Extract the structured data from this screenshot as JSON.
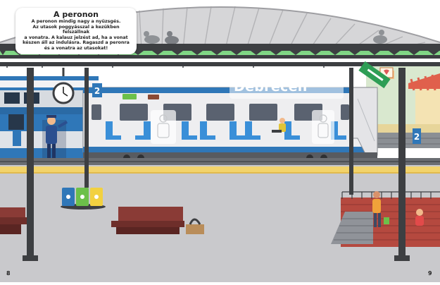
{
  "info": {
    "title": "A peronon",
    "lines": [
      "A peronon mindig nagy a nyüzsgés.",
      "Az utasok poggyásszal a kezükben felszállnak",
      "a vonatra. A kalauz jelzést ad, ha a vonat",
      "készen áll az indulásra. Ragaszd a peronra",
      "és a vonatra az utasokat!"
    ]
  },
  "train": {
    "destination": "Debrecen",
    "car_number": "2"
  },
  "page_numbers": {
    "left": "8",
    "right": "9"
  },
  "platform_signs": [
    "2",
    "2"
  ],
  "colors": {
    "roof": "#d8d8d8",
    "steel": "#3d3f42",
    "train_white": "#eeeef0",
    "train_blue": "#2f77b8",
    "seat_blue": "#3a8fd8",
    "platform": "#c9c9cc",
    "yellow_line": "#f2d36b",
    "bench": "#8a3b36",
    "brick": "#b5493f",
    "sign_green": "#2e9e55"
  },
  "icons": [
    "station-clock-icon",
    "pigeon-icon",
    "recycle-icon",
    "suitcase-icon",
    "backpack-icon"
  ]
}
